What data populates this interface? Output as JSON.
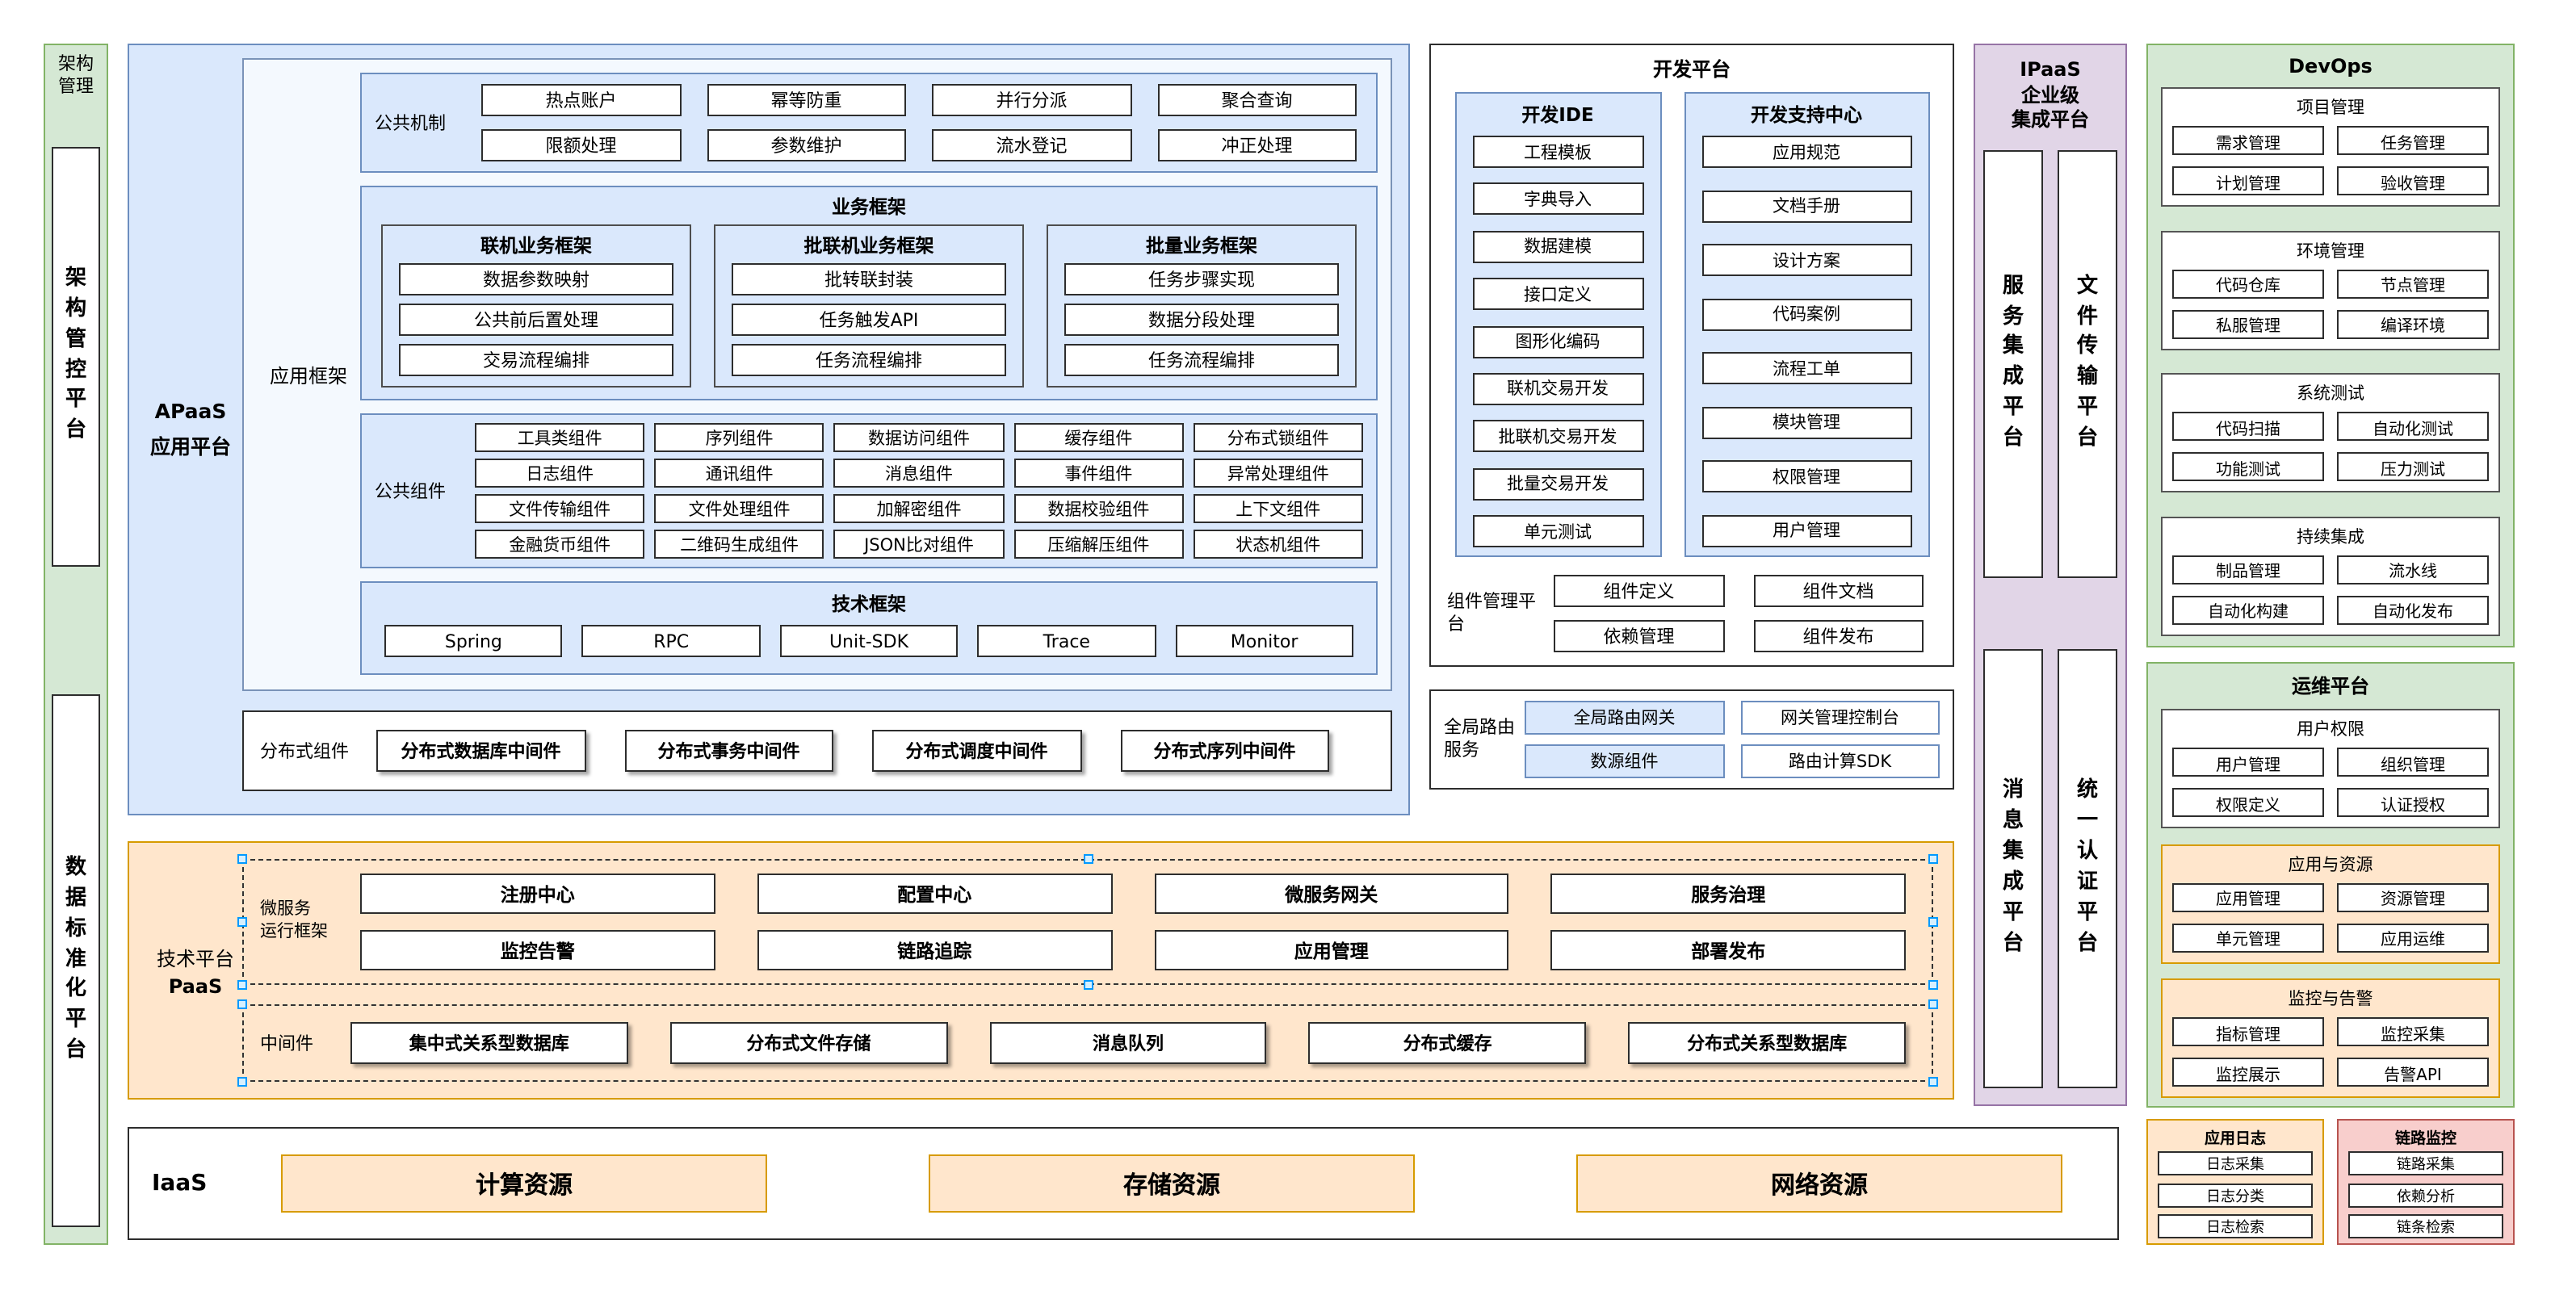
{
  "palette": {
    "blue_fill": "#dae8fc",
    "blue_stroke": "#6c8ebf",
    "green_fill": "#d5e8d4",
    "green_stroke": "#82b366",
    "orange_fill": "#ffe6cc",
    "orange_stroke": "#d79b00",
    "purple_fill": "#e1d5e7",
    "purple_stroke": "#9673a6",
    "pink_fill": "#f8cecc",
    "pink_stroke": "#b85450"
  },
  "left_rail": {
    "header": "架构管理",
    "panel_top": "架构管控平台",
    "panel_bottom": "数据标准化平台"
  },
  "apaas": {
    "label_line1": "APaaS",
    "label_line2": "应用平台",
    "app_framework": {
      "label": "应用框架",
      "common_mechanism": {
        "label": "公共机制",
        "items": [
          "热点账户",
          "幂等防重",
          "并行分派",
          "聚合查询",
          "限额处理",
          "参数维护",
          "流水登记",
          "冲正处理"
        ]
      },
      "business_framework": {
        "title": "业务框架",
        "groups": [
          {
            "title": "联机业务框架",
            "items": [
              "数据参数映射",
              "公共前后置处理",
              "交易流程编排"
            ]
          },
          {
            "title": "批联机业务框架",
            "items": [
              "批转联封装",
              "任务触发API",
              "任务流程编排"
            ]
          },
          {
            "title": "批量业务框架",
            "items": [
              "任务步骤实现",
              "数据分段处理",
              "任务流程编排"
            ]
          }
        ]
      },
      "common_components": {
        "label": "公共组件",
        "items": [
          "工具类组件",
          "序列组件",
          "数据访问组件",
          "缓存组件",
          "分布式锁组件",
          "日志组件",
          "通讯组件",
          "消息组件",
          "事件组件",
          "异常处理组件",
          "文件传输组件",
          "文件处理组件",
          "加解密组件",
          "数据校验组件",
          "上下文组件",
          "金融货币组件",
          "二维码生成组件",
          "JSON比对组件",
          "压缩解压组件",
          "状态机组件"
        ]
      },
      "tech_framework": {
        "title": "技术框架",
        "items": [
          "Spring",
          "RPC",
          "Unit-SDK",
          "Trace",
          "Monitor"
        ]
      }
    },
    "distributed_components": {
      "label": "分布式组件",
      "items": [
        "分布式数据库中间件",
        "分布式事务中间件",
        "分布式调度中间件",
        "分布式序列中间件"
      ]
    }
  },
  "dev_platform": {
    "title": "开发平台",
    "ide": {
      "title": "开发IDE",
      "items": [
        "工程模板",
        "字典导入",
        "数据建模",
        "接口定义",
        "图形化编码",
        "联机交易开发",
        "批联机交易开发",
        "批量交易开发",
        "单元测试"
      ]
    },
    "support_center": {
      "title": "开发支持中心",
      "items": [
        "应用规范",
        "文档手册",
        "设计方案",
        "代码案例",
        "流程工单",
        "模块管理",
        "权限管理",
        "用户管理"
      ]
    },
    "component_mgmt": {
      "label": "组件管理平台",
      "items": [
        "组件定义",
        "组件文档",
        "依赖管理",
        "组件发布"
      ]
    }
  },
  "global_routing": {
    "label": "全局路由服务",
    "items": [
      {
        "label": "全局路由网关",
        "style": "filled"
      },
      {
        "label": "网关管理控制台",
        "style": "outline"
      },
      {
        "label": "数源组件",
        "style": "filled"
      },
      {
        "label": "路由计算SDK",
        "style": "outline"
      }
    ]
  },
  "paas": {
    "label_line1": "技术平台",
    "label_line2": "PaaS",
    "microservice_runtime": {
      "label_line1": "微服务",
      "label_line2": "运行框架",
      "items": [
        "注册中心",
        "配置中心",
        "微服务网关",
        "服务治理",
        "监控告警",
        "链路追踪",
        "应用管理",
        "部署发布"
      ]
    },
    "middleware": {
      "label": "中间件",
      "items": [
        "集中式关系型数据库",
        "分布式文件存储",
        "消息队列",
        "分布式缓存",
        "分布式关系型数据库"
      ]
    }
  },
  "iaas": {
    "label": "IaaS",
    "items": [
      "计算资源",
      "存储资源",
      "网络资源"
    ]
  },
  "ipaas": {
    "title_line1": "IPaaS",
    "title_line2": "企业级",
    "title_line3": "集成平台",
    "bars_top": [
      "服务集成平台",
      "文件传输平台"
    ],
    "bars_bottom": [
      "消息集成平台",
      "统一认证平台"
    ]
  },
  "devops": {
    "title": "DevOps",
    "sections": [
      {
        "title": "项目管理",
        "items": [
          "需求管理",
          "任务管理",
          "计划管理",
          "验收管理"
        ]
      },
      {
        "title": "环境管理",
        "items": [
          "代码仓库",
          "节点管理",
          "私服管理",
          "编译环境"
        ]
      },
      {
        "title": "系统测试",
        "items": [
          "代码扫描",
          "自动化测试",
          "功能测试",
          "压力测试"
        ]
      },
      {
        "title": "持续集成",
        "items": [
          "制品管理",
          "流水线",
          "自动化构建",
          "自动化发布"
        ]
      }
    ]
  },
  "ops_platform": {
    "title": "运维平台",
    "sections": [
      {
        "title": "用户权限",
        "items": [
          "用户管理",
          "组织管理",
          "权限定义",
          "认证授权"
        ]
      },
      {
        "title": "应用与资源",
        "items": [
          "应用管理",
          "资源管理",
          "单元管理",
          "应用运维"
        ]
      },
      {
        "title": "监控与告警",
        "items": [
          "指标管理",
          "监控采集",
          "监控展示",
          "告警API"
        ]
      }
    ]
  },
  "app_logs": {
    "title": "应用日志",
    "items": [
      "日志采集",
      "日志分类",
      "日志检索"
    ]
  },
  "link_monitor": {
    "title": "链路监控",
    "items": [
      "链路采集",
      "依赖分析",
      "链条检索"
    ]
  }
}
